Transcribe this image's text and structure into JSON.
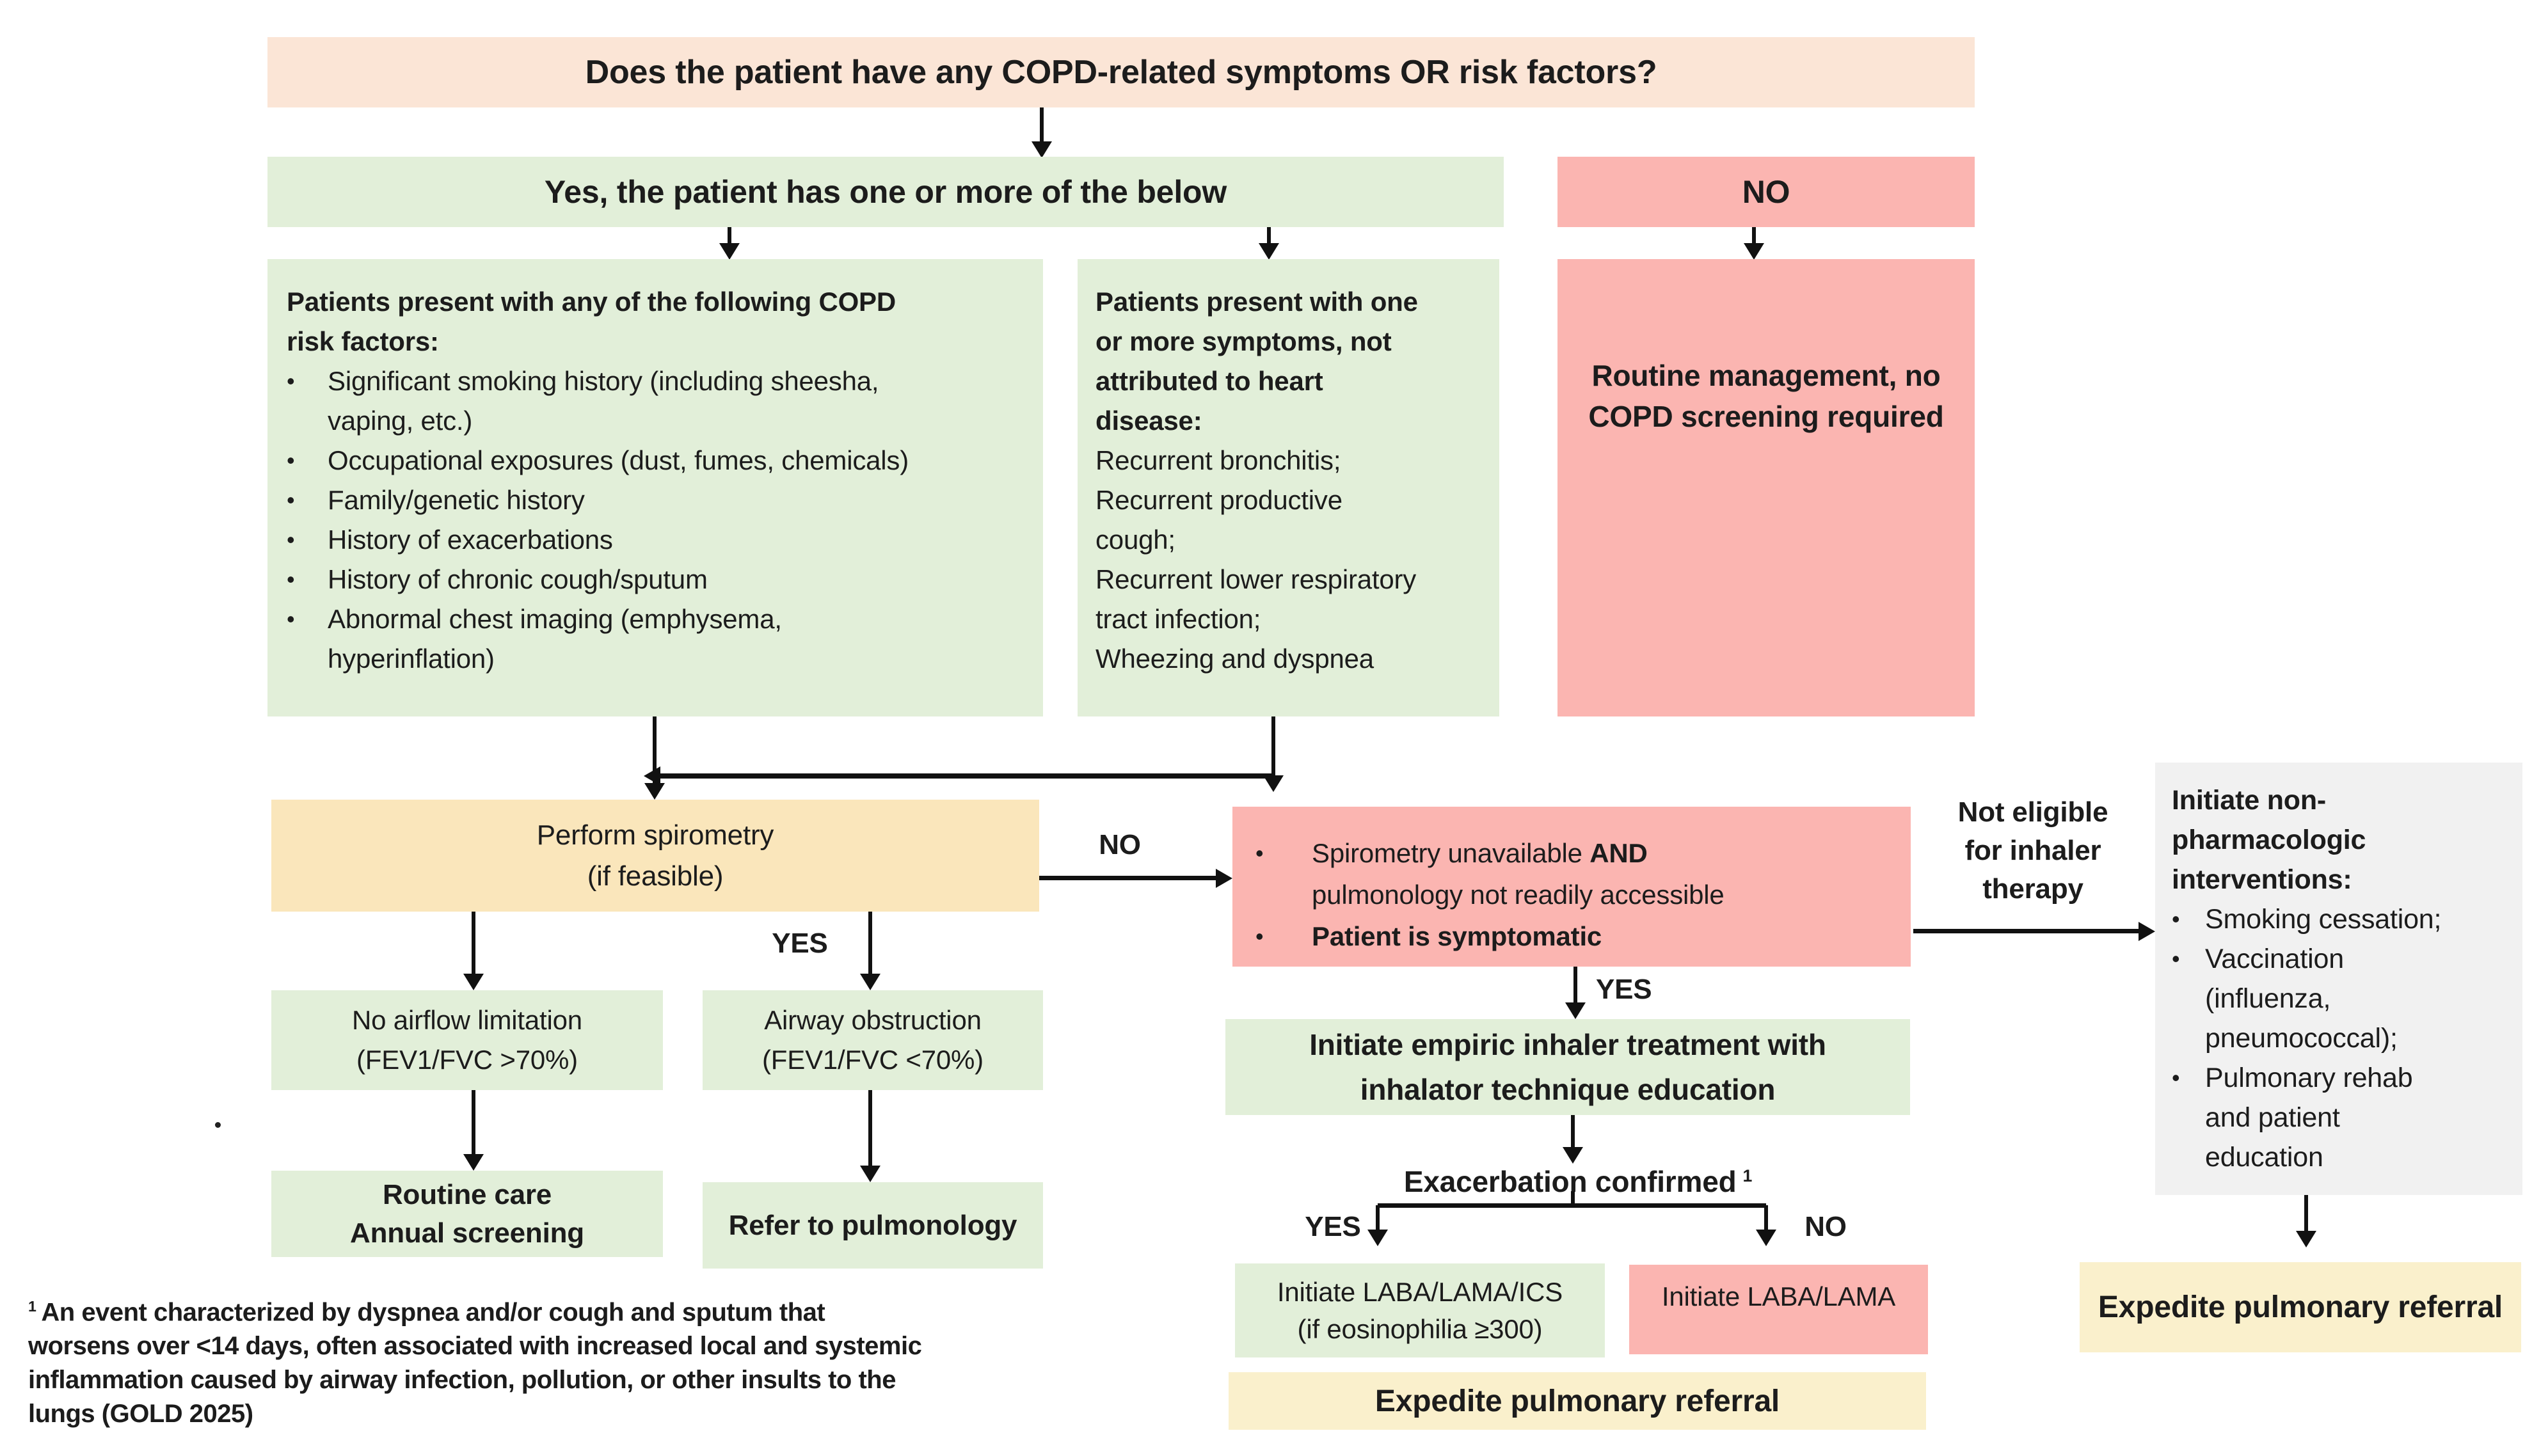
{
  "labels": {
    "yes": "YES",
    "no": "NO",
    "bullet": "•"
  },
  "colors": {
    "peach": "#FBE5D6",
    "green": "#E2EFD9",
    "pink": "#FBB5B1",
    "yellow1": "#FAE6BB",
    "yellow2": "#FAF0CC",
    "grey": "#F1F1F1",
    "ink": "#1c1c1c",
    "line": "#111111"
  },
  "title_box": {
    "text": "Does the patient have any COPD-related symptoms OR risk factors?"
  },
  "yes_box": {
    "text": "Yes, the patient has one or more of the below"
  },
  "no_box": {
    "text": "NO"
  },
  "risk_box": {
    "header": "Patients present with any of the following COPD\nrisk factors:",
    "bullets": [
      "Significant smoking history (including sheesha,\nvaping, etc.)",
      "Occupational exposures (dust, fumes, chemicals)",
      "Family/genetic history",
      "History of exacerbations",
      "History of chronic cough/sputum",
      "Abnormal chest imaging (emphysema,\nhyperinflation)"
    ]
  },
  "symptoms_box": {
    "header": "Patients present with one\nor more symptoms, not\nattributed to heart\ndisease:",
    "body": "Recurrent bronchitis;\nRecurrent productive\ncough;\nRecurrent lower respiratory\ntract infection;\nWheezing and dyspnea"
  },
  "routine_box": {
    "text": "Routine management, no\nCOPD screening required"
  },
  "spirometry_box": {
    "text": "Perform spirometry\n(if feasible)"
  },
  "unavailable_box": {
    "b1_normal": "Spirometry unavailable ",
    "b1_bold": "AND",
    "b1_line2": "pulmonology not readily accessible",
    "b2": "Patient is symptomatic"
  },
  "no_airflow_box": {
    "text": "No airflow limitation\n(FEV1/FVC >70%)"
  },
  "obstruction_box": {
    "text": "Airway obstruction\n(FEV1/FVC <70%)"
  },
  "routine_care_box": {
    "text": "Routine care\nAnnual screening"
  },
  "refer_box": {
    "text": "Refer to pulmonology"
  },
  "empiric_box": {
    "text": "Initiate empiric inhaler treatment with\ninhalator technique education"
  },
  "exacerbation": {
    "text": "Exacerbation confirmed",
    "sup": "1"
  },
  "ics_box": {
    "text": "Initiate LABA/LAMA/ICS\n(if eosinophilia ≥300)"
  },
  "laba_box": {
    "text": "Initiate LABA/LAMA"
  },
  "expedite": {
    "text": "Expedite pulmonary referral"
  },
  "not_eligible": {
    "text": "Not eligible\nfor inhaler\ntherapy"
  },
  "nonpharm_box": {
    "header": "Initiate non-\npharmacologic\ninterventions:",
    "bullets": [
      "Smoking cessation;",
      "Vaccination\n(influenza,\npneumococcal);",
      "Pulmonary rehab\nand patient\neducation"
    ]
  },
  "footnote": {
    "sup": "1",
    "text": "An event characterized by dyspnea and/or cough and sputum that\nworsens over <14 days, often associated with increased local and systemic\ninflammation caused by airway infection, pollution, or other insults to the\nlungs (GOLD 2025)"
  }
}
